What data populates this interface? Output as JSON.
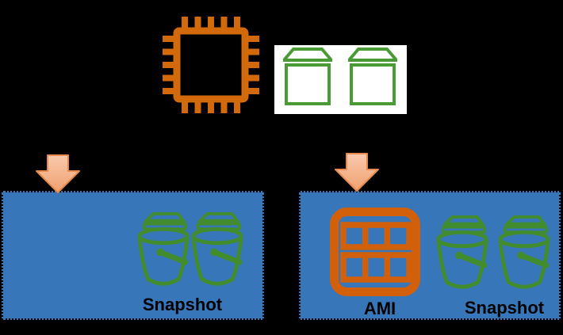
{
  "colors": {
    "background": "#000000",
    "box_blue": "#3776b9",
    "box_border": "#000000",
    "panel_white": "#ffffff",
    "chip_orange": "#d2690b",
    "ami_orange": "#d2600b",
    "volume_green": "#4a9a36",
    "snapshot_green": "#418c2c",
    "arrow_border": "#e78a4d",
    "arrow_fill_top": "#f9c9ad",
    "arrow_fill_bottom": "#efa06f",
    "label_color": "#000000"
  },
  "top_row": {
    "instance_icon": "cpu-chip-icon",
    "volumes_panel": {
      "volume_icon": "storage-volume-icon",
      "volume_count": 2
    }
  },
  "arrows": {
    "direction": "down",
    "count": 2
  },
  "snapshots_box": {
    "bucket_icon": "snapshot-bucket-icon",
    "bucket_count": 2,
    "snapshot_label": "Snapshot"
  },
  "ami_box": {
    "ami_icon": "ami-grid-icon",
    "ami_label": "AMI",
    "bucket_icon": "snapshot-bucket-icon",
    "bucket_count": 2,
    "snapshot_label": "Snapshot"
  }
}
